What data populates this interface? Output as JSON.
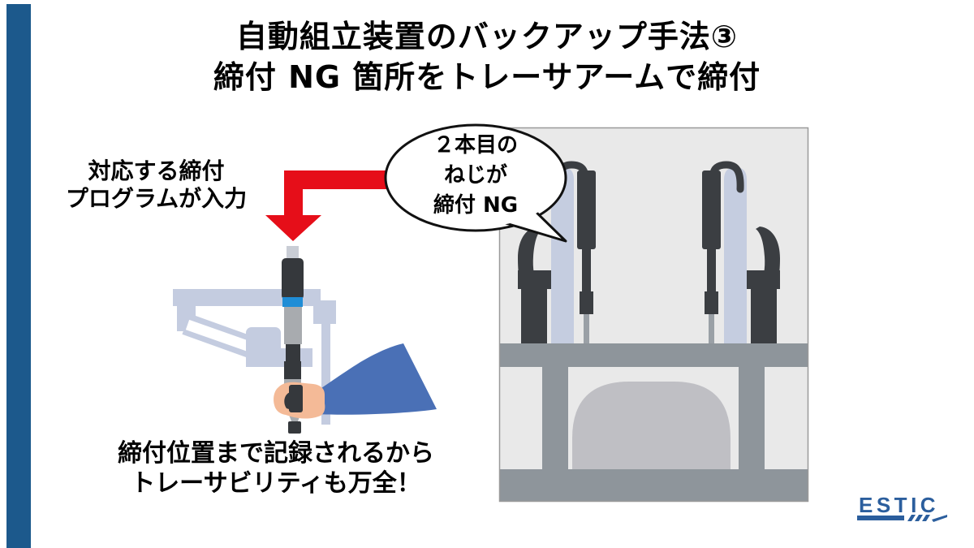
{
  "slide": {
    "title_line1": "自動組立装置のバックアップ手法③",
    "title_line2": "締付 NG 箇所をトレーサアームで締付",
    "left_label_line1": "対応する締付",
    "left_label_line2": "プログラムが入力",
    "bubble_line1": "２本目の",
    "bubble_line2": "ねじが",
    "bubble_line3": "締付 NG",
    "caption_line1": "締付位置まで記録されるから",
    "caption_line2": "トレーサビリティも万全！",
    "logo_text": "ESTIC"
  },
  "colors": {
    "accent_bar": "#1c598c",
    "logo_blue": "#2b5e9d",
    "arrow_red": "#e60e19",
    "tool_dark": "#35383c",
    "tool_gray": "#a8abaf",
    "tool_blue_band": "#1f8dd6",
    "tool_nub": "#c9cdd5",
    "arm_periwinkle": "#c4cce0",
    "hand_skin": "#f4ba97",
    "sleeve_blue": "#4a70b6",
    "panel_bg": "#e9e9e9",
    "panel_border": "#9a9a9a",
    "machine_dark": "#3b3e42",
    "bench_gray": "#8e959b",
    "dome_gray": "#bfbfc4",
    "rail_light": "#c5cde0",
    "bit_gray": "#9aa0a6",
    "bubble_stroke": "#111111",
    "text_black": "#000000"
  }
}
